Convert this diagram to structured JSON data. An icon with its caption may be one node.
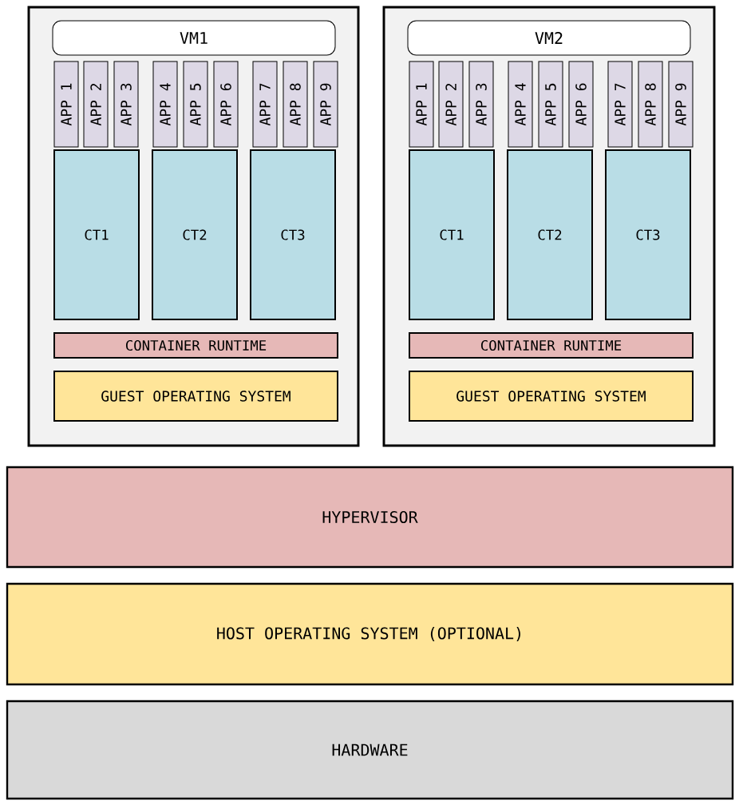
{
  "diagram": {
    "nodes": [
      {
        "text": [],
        "shape": "box"
      },
      {
        "text": [
          "VM1"
        ],
        "in": 0
      },
      {
        "text": [
          "APP 1"
        ],
        "in": 0
      },
      {
        "text": [
          "APP 2"
        ],
        "in": 0
      },
      {
        "text": [
          "APP 3"
        ],
        "in": 0
      },
      {
        "text": [
          "APP 4"
        ],
        "in": 0
      },
      {
        "text": [
          "APP 5"
        ],
        "in": 0
      },
      {
        "text": [
          "APP 6"
        ],
        "in": 0
      },
      {
        "text": [
          "APP 7"
        ],
        "in": 0
      },
      {
        "text": [
          "APP 8"
        ],
        "in": 0
      },
      {
        "text": [
          "APP 9"
        ],
        "in": 0
      },
      {
        "text": [
          "CT1"
        ],
        "in": 0
      },
      {
        "text": [
          "CT2"
        ],
        "in": 0
      },
      {
        "text": [
          "CT3"
        ],
        "in": 0
      },
      {
        "text": [
          "CONTAINER RUNTIME"
        ],
        "in": 0
      },
      {
        "text": [
          "GUEST OPERATING SYSTEM"
        ],
        "in": 0
      },
      {
        "text": [],
        "shape": "box"
      },
      {
        "text": [
          "VM2"
        ],
        "in": 16
      },
      {
        "text": [
          "APP 1"
        ],
        "in": 16
      },
      {
        "text": [
          "APP 2"
        ],
        "in": 16
      },
      {
        "text": [
          "APP 3"
        ],
        "in": 16
      },
      {
        "text": [
          "APP 4"
        ],
        "in": 16
      },
      {
        "text": [
          "APP 5"
        ],
        "in": 16
      },
      {
        "text": [
          "APP 6"
        ],
        "in": 16
      },
      {
        "text": [
          "APP 7"
        ],
        "in": 16
      },
      {
        "text": [
          "APP 8"
        ],
        "in": 16
      },
      {
        "text": [
          "APP 9"
        ],
        "in": 16
      },
      {
        "text": [
          "CT1"
        ],
        "in": 16
      },
      {
        "text": [
          "CT2"
        ],
        "in": 16
      },
      {
        "text": [
          "CT3"
        ],
        "in": 16
      },
      {
        "text": [
          "CONTAINER RUNTIME"
        ],
        "in": 16
      },
      {
        "text": [
          "GUEST OPERATING SYSTEM"
        ],
        "in": 16
      },
      {
        "text": [
          "HYPERVISOR"
        ]
      },
      {
        "text": [
          "HOST OPERATING SYSTEM (OPTIONAL)"
        ]
      },
      {
        "text": [
          "HARDWARE"
        ]
      }
    ]
  }
}
